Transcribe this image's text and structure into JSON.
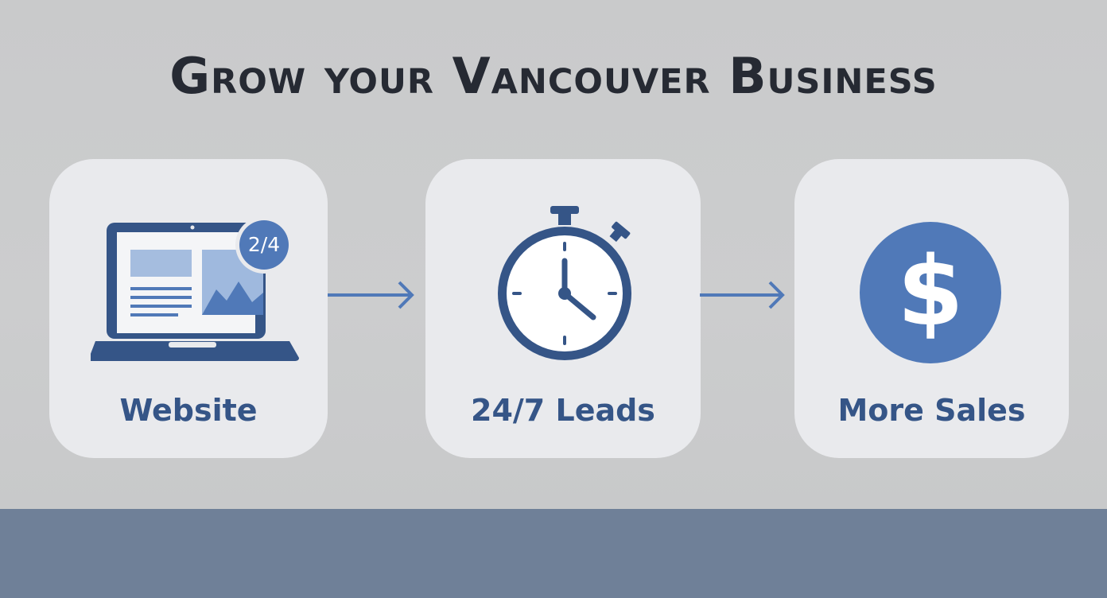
{
  "title": "Grow your Vancouver Business",
  "steps": [
    {
      "label": "Website",
      "icon": "laptop-icon",
      "badge": "2/4"
    },
    {
      "label": "24/7 Leads",
      "icon": "stopwatch-icon"
    },
    {
      "label": "More Sales",
      "icon": "dollar-coin-icon",
      "symbol": "$"
    }
  ],
  "colors": {
    "background": "#cbcccd",
    "card": "#e9eaed",
    "accent_dark": "#355587",
    "accent_light": "#5079b8",
    "title": "#262a33",
    "footer_band": "#6f8098"
  }
}
